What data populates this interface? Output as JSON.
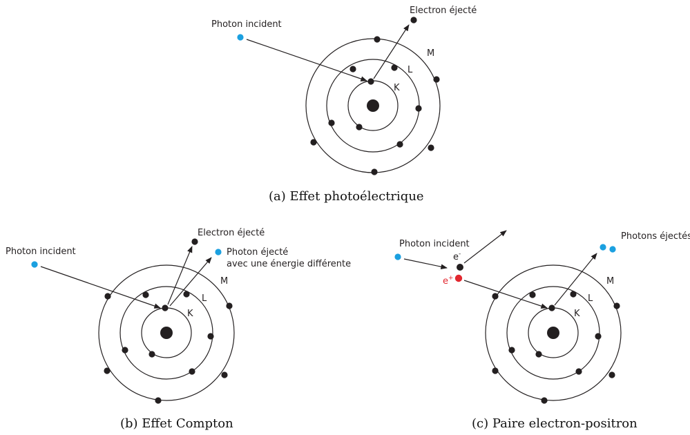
{
  "colors": {
    "electron": "#231f20",
    "photon": "#1ba0e0",
    "positron": "#e2272f"
  },
  "panels": {
    "a": {
      "caption": "(a) Effet photoélectrique",
      "photon_label": "Photon incident",
      "ejected_label": "Electron éjecté",
      "shell_k": "K",
      "shell_l": "L",
      "shell_m": "M"
    },
    "b": {
      "caption": "(b) Effet Compton",
      "photon_label": "Photon incident",
      "ejected_electron_label": "Electron éjecté",
      "ejected_photon_label_line1": "Photon éjecté",
      "ejected_photon_label_line2": "avec une énergie différente",
      "shell_k": "K",
      "shell_l": "L",
      "shell_m": "M"
    },
    "c": {
      "caption": "(c) Paire electron-positron",
      "photon_label": "Photon incident",
      "electron_symbol": "e",
      "electron_sup": "-",
      "positron_symbol": "e",
      "positron_sup": "+",
      "ejected_label": "Photons éjectés",
      "shell_k": "K",
      "shell_l": "L",
      "shell_m": "M"
    }
  }
}
